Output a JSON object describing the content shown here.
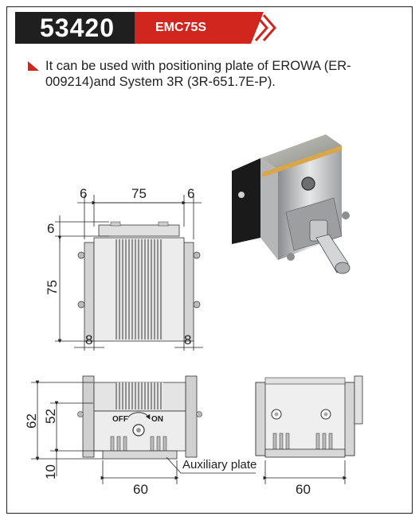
{
  "header": {
    "model": "53420",
    "series": "EMC75S",
    "accent_color": "#d0261e",
    "model_bg_color": "#1f1f1f"
  },
  "note": {
    "text": "It can be used with positioning plate of EROWA  (ER-009214)and System 3R (3R-651.7E-P)."
  },
  "dimensions": {
    "top_width": "75",
    "top_left_margin": "6",
    "top_right_margin": "6",
    "top_depth": "6",
    "height": "75",
    "bottom_left": "8",
    "bottom_right": "8",
    "front_total_height": "62",
    "front_body_height": "52",
    "front_plate_height": "10",
    "front_width": "60",
    "side_width": "60"
  },
  "labels": {
    "off": "OFF",
    "on": "ON",
    "auxiliary_plate": "Auxiliary plate"
  }
}
